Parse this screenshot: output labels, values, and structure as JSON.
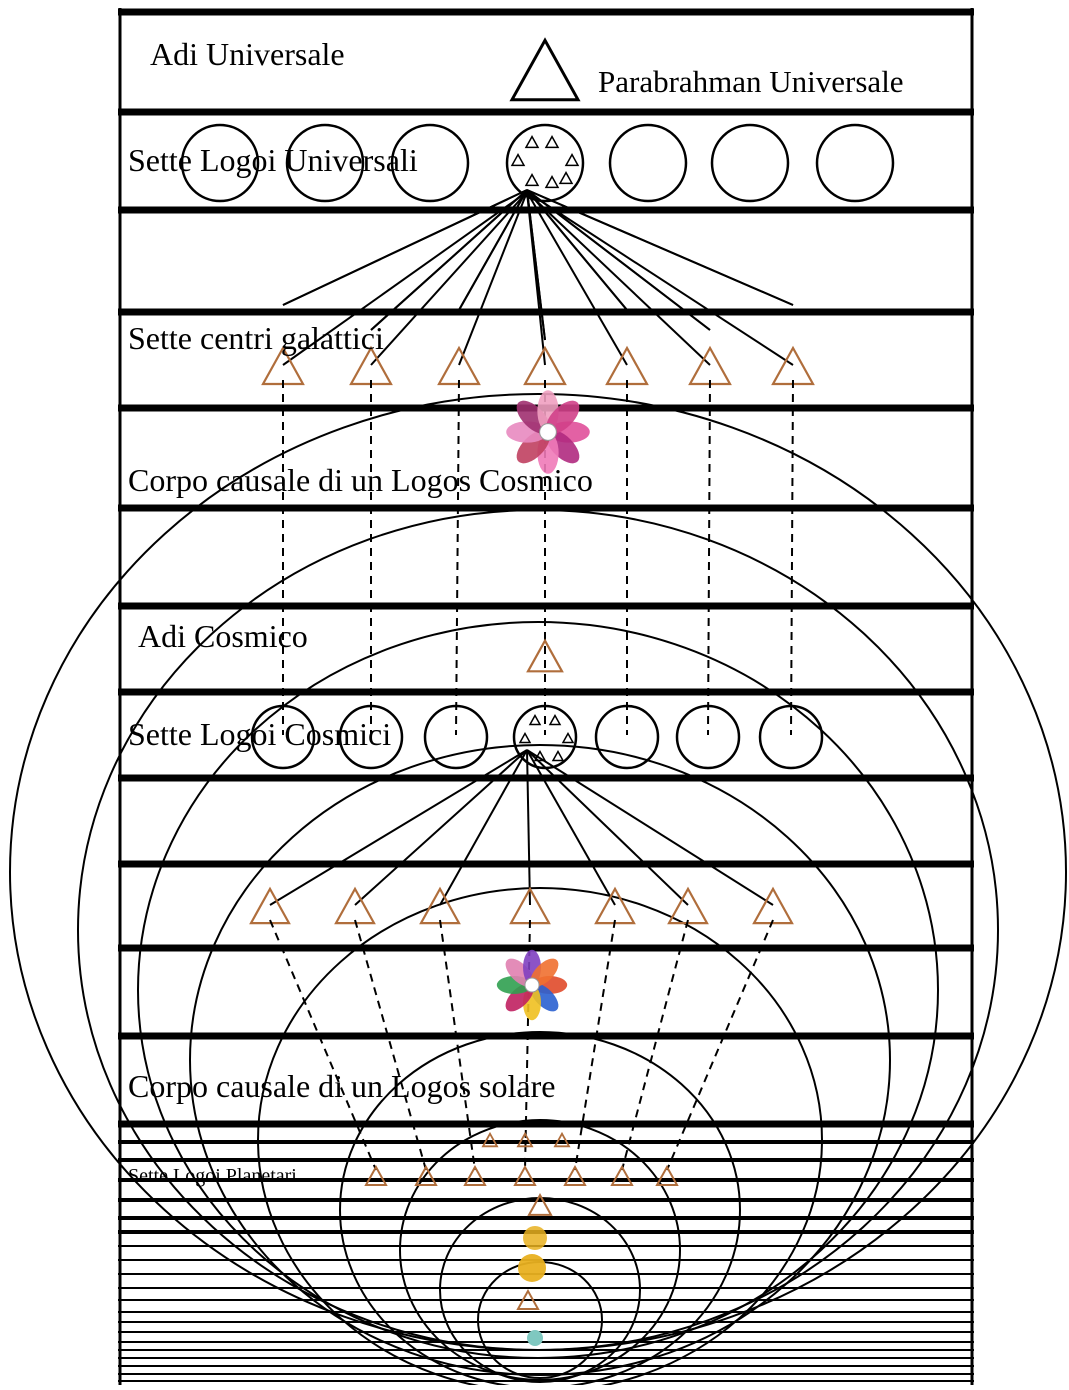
{
  "labels": {
    "adi_universale": "Adi Universale",
    "parabrahman_universale": "Parabrahman Universale",
    "sette_logoi_universali": "Sette Logoi Universali",
    "sette_centri_galattici": "Sette centri galattici",
    "corpo_causale_cosmico": "Corpo causale di un Logos Cosmico",
    "adi_cosmico": "Adi Cosmico",
    "sette_logoi_cosmici": "Sette Logoi Cosmici",
    "corpo_causale_solare": "Corpo causale di un Logos solare",
    "sette_logoi_planetari": "Sette Logoi Planetari"
  },
  "colors": {
    "line": "#000000",
    "triangle_accent": "#b06e3c",
    "flower_cosmic": "#c0307a",
    "flower_solar": "#e04a2a",
    "chakra_gold": "#e8b020"
  },
  "diagram": {
    "group_count": 7
  }
}
